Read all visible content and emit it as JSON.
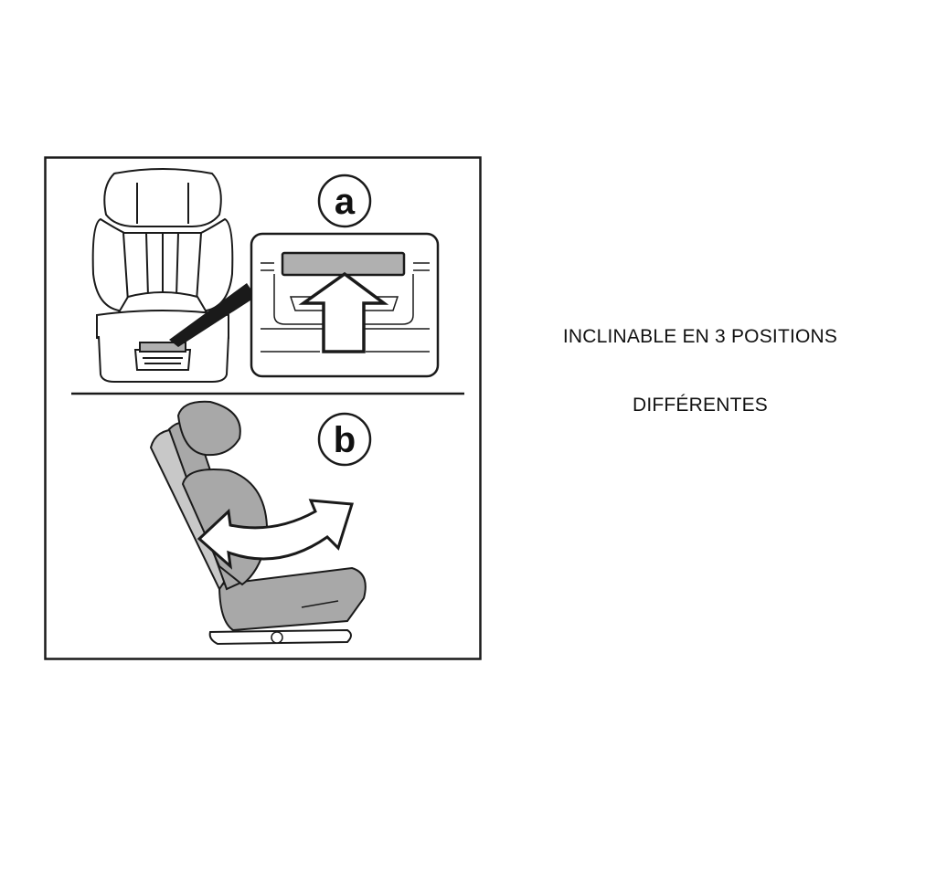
{
  "figure": {
    "panel_a_label": "a",
    "panel_b_label": "b"
  },
  "caption": {
    "line1": "INCLINABLE EN 3 POSITIONS",
    "line2": "DIFFÉRENTES"
  },
  "colors": {
    "stroke": "#1a1a1a",
    "seat_gray": "#a8a8a8",
    "handle_gray": "#b0b0b0"
  }
}
